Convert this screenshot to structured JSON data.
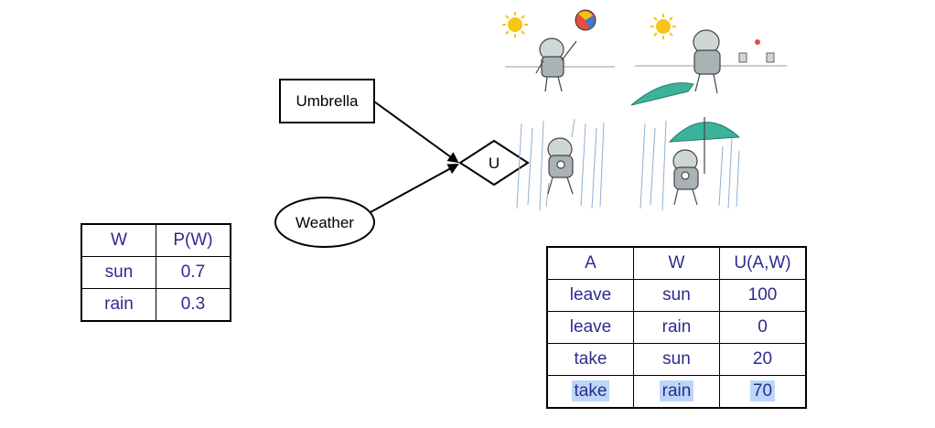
{
  "nodes": {
    "umbrella": "Umbrella",
    "weather": "Weather",
    "utility": "U"
  },
  "prob_table": {
    "headers": [
      "W",
      "P(W)"
    ],
    "rows": [
      [
        "sun",
        "0.7"
      ],
      [
        "rain",
        "0.3"
      ]
    ]
  },
  "utility_table": {
    "headers": [
      "A",
      "W",
      "U(A,W)"
    ],
    "rows": [
      [
        "leave",
        "sun",
        "100"
      ],
      [
        "leave",
        "rain",
        "0"
      ],
      [
        "take",
        "sun",
        "20"
      ],
      [
        "take",
        "rain",
        "70"
      ]
    ],
    "highlighted_row": 3,
    "highlight_color": "#bcd6f7"
  },
  "colors": {
    "table_text": "#2e2b8f",
    "umbrella": "#3bb39a",
    "sun": "#f5c518"
  },
  "illustrations": [
    "robot-sun-no-umbrella-illustration",
    "robot-sun-with-umbrella-illustration",
    "robot-rain-no-umbrella-illustration",
    "robot-rain-with-umbrella-illustration"
  ]
}
